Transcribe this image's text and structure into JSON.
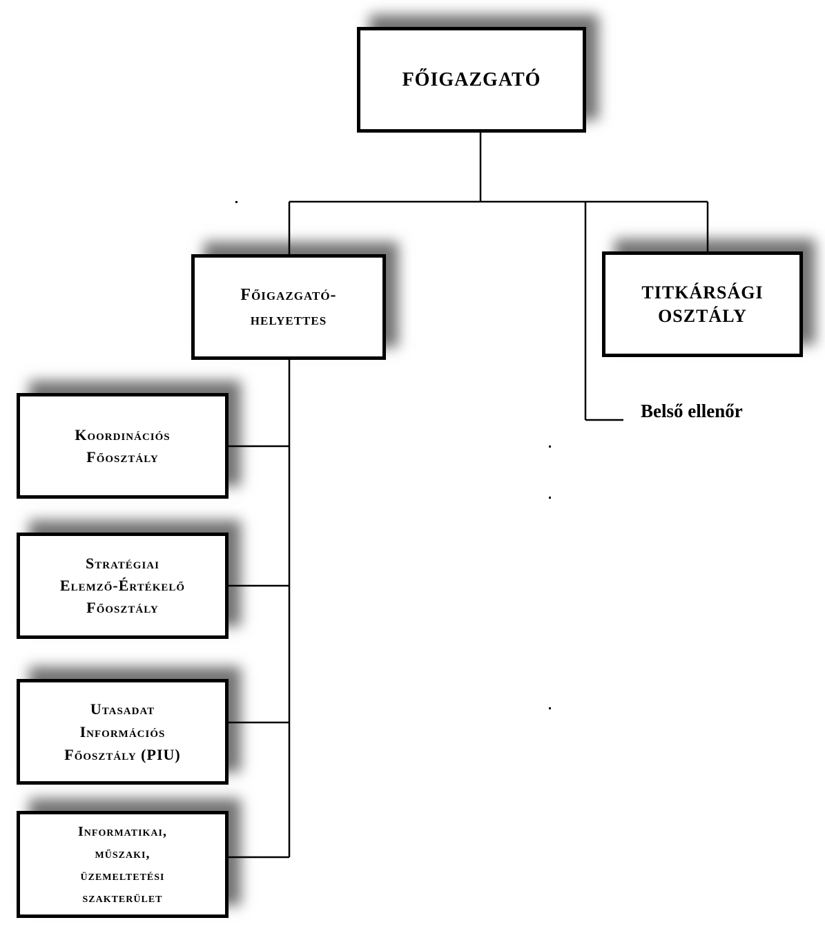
{
  "org_chart": {
    "director_general": "FŐIGAZGATÓ",
    "deputy": [
      "Főigazgató-",
      "helyettes"
    ],
    "secretariat": [
      "TITKÁRSÁGI",
      "OSZTÁLY"
    ],
    "internal_auditor": "Belső ellenőr",
    "departments": [
      {
        "lines": [
          "Koordinációs",
          "Főosztály"
        ]
      },
      {
        "lines": [
          "Stratégiai",
          "Elemző-Értékelő",
          "Főosztály"
        ]
      },
      {
        "lines": [
          "Utasadat",
          "Információs",
          "Főosztály (PIU)"
        ]
      },
      {
        "lines": [
          "Informatikai,",
          "műszaki,",
          "üzemeltetési",
          "szakterület"
        ]
      }
    ]
  }
}
